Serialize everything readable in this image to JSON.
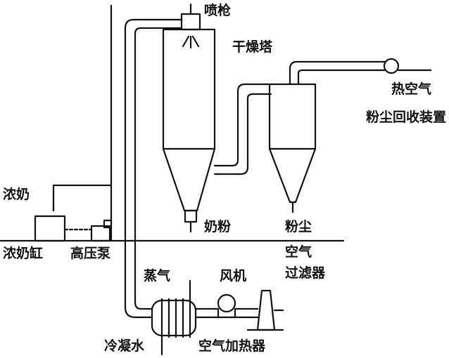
{
  "diagram": {
    "labels": {
      "spray_gun": "喷枪",
      "drying_tower": "干燥塔",
      "hot_air": "热空气",
      "dust_recovery": "粉尘回收装置",
      "concentrated_milk": "浓奶",
      "milk_powder": "奶粉",
      "dust": "粉尘",
      "milk_tank": "浓奶缸",
      "high_pressure_pump": "高压泵",
      "air_filter_line1": "空气",
      "air_filter_line2": "过滤器",
      "steam": "蒸气",
      "fan": "风机",
      "condensate": "冷凝水",
      "air_heater": "空气加热器"
    },
    "colors": {
      "ink": "#111111",
      "paper": "#ffffff"
    }
  }
}
